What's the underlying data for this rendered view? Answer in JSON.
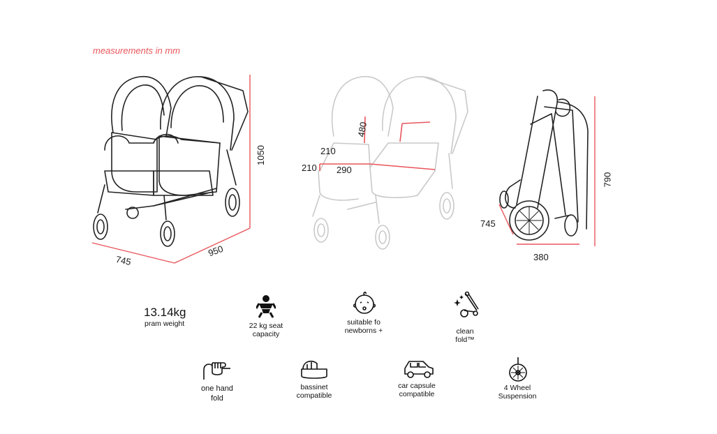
{
  "title": "measurements in mm",
  "colors": {
    "accent": "#e8555a",
    "line": "#222222",
    "faded": "#c9c9c9"
  },
  "dims": {
    "s1_width": "745",
    "s1_depth": "950",
    "s1_height": "1050",
    "s2_a": "210",
    "s2_b": "210",
    "s2_c": "290",
    "s2_d": "480",
    "s3_width": "745",
    "s3_depth": "380",
    "s3_height": "790"
  },
  "weight": {
    "value": "13.14kg",
    "label": "pram weight"
  },
  "features": [
    {
      "icon": "child-icon",
      "line1": "22 kg seat",
      "line2": "capacity"
    },
    {
      "icon": "baby-face-icon",
      "line1": "suitable fo",
      "line2": "newborns +"
    },
    {
      "icon": "fold-icon",
      "line1": "clean",
      "line2": "fold™"
    },
    {
      "icon": "hand-icon",
      "line1": "one hand",
      "line2": "fold"
    },
    {
      "icon": "bassinet-icon",
      "line1": "bassinet",
      "line2": "compatible"
    },
    {
      "icon": "car-icon",
      "line1": "car capsule",
      "line2": "compatible"
    },
    {
      "icon": "wheel-icon",
      "line1": "4 Wheel",
      "line2": "Suspension"
    }
  ]
}
